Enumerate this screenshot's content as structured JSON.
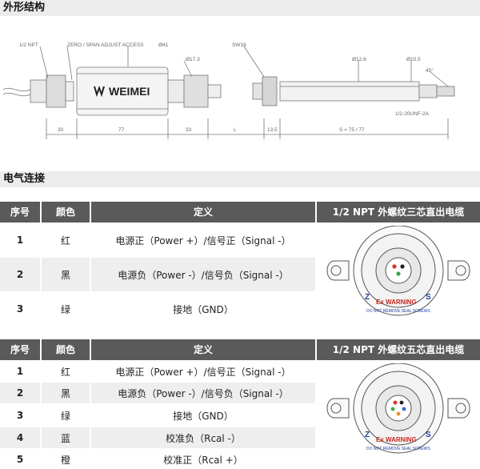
{
  "section_structure": {
    "title": "外形结构"
  },
  "diagram": {
    "brand": "WEIMEI",
    "labels": {
      "npt": "1/2 NPT",
      "zero_span": "ZERO / SPAN ADJUST ACCESS",
      "d41": "Ø41",
      "d173": "Ø17.3",
      "sw16": "SW16",
      "d126": "Ø12.6",
      "d105": "Ø10.5",
      "angle": "45°",
      "thread": "1/2-20UNF-2A",
      "dim30": "30",
      "dim77": "77",
      "dim33": "33",
      "dimL": "L",
      "dim135": "13.5",
      "dimS": "S = 75 / 77"
    }
  },
  "section_electrical": {
    "title": "电气连接"
  },
  "table1": {
    "headers": [
      "序号",
      "颜色",
      "定义",
      "1/2 NPT  外螺纹三芯直出电缆"
    ],
    "rows": [
      {
        "no": "1",
        "color": "红",
        "def": "电源正（Power +）/信号正（Signal -）"
      },
      {
        "no": "2",
        "color": "黑",
        "def": "电源负（Power -）/信号负（Signal -）"
      },
      {
        "no": "3",
        "color": "绿",
        "def": "接地（GND）"
      }
    ],
    "badge": {
      "z": "Z",
      "s": "S",
      "warning": "Ex WARNING",
      "sub": "DO NOT REMOVE SEAL SCREWS"
    },
    "wires": [
      "#d9322b",
      "#222222",
      "#3aa845"
    ]
  },
  "table2": {
    "headers": [
      "序号",
      "颜色",
      "定义",
      "1/2 NPT  外螺纹五芯直出电缆"
    ],
    "rows": [
      {
        "no": "1",
        "color": "红",
        "def": "电源正（Power +）/信号正（Signal -）"
      },
      {
        "no": "2",
        "color": "黑",
        "def": "电源负（Power -）/信号负（Signal -）"
      },
      {
        "no": "3",
        "color": "绿",
        "def": "接地（GND）"
      },
      {
        "no": "4",
        "color": "蓝",
        "def": "校准负（Rcal -）"
      },
      {
        "no": "5",
        "color": "橙",
        "def": "校准正（Rcal +）"
      }
    ],
    "badge": {
      "z": "Z",
      "s": "S",
      "warning": "Ex WARNING",
      "sub": "DO NOT REMOVE SEAL SCREWS"
    },
    "wires": [
      "#d9322b",
      "#222222",
      "#3aa845",
      "#2f6fd1",
      "#f0912b"
    ]
  }
}
